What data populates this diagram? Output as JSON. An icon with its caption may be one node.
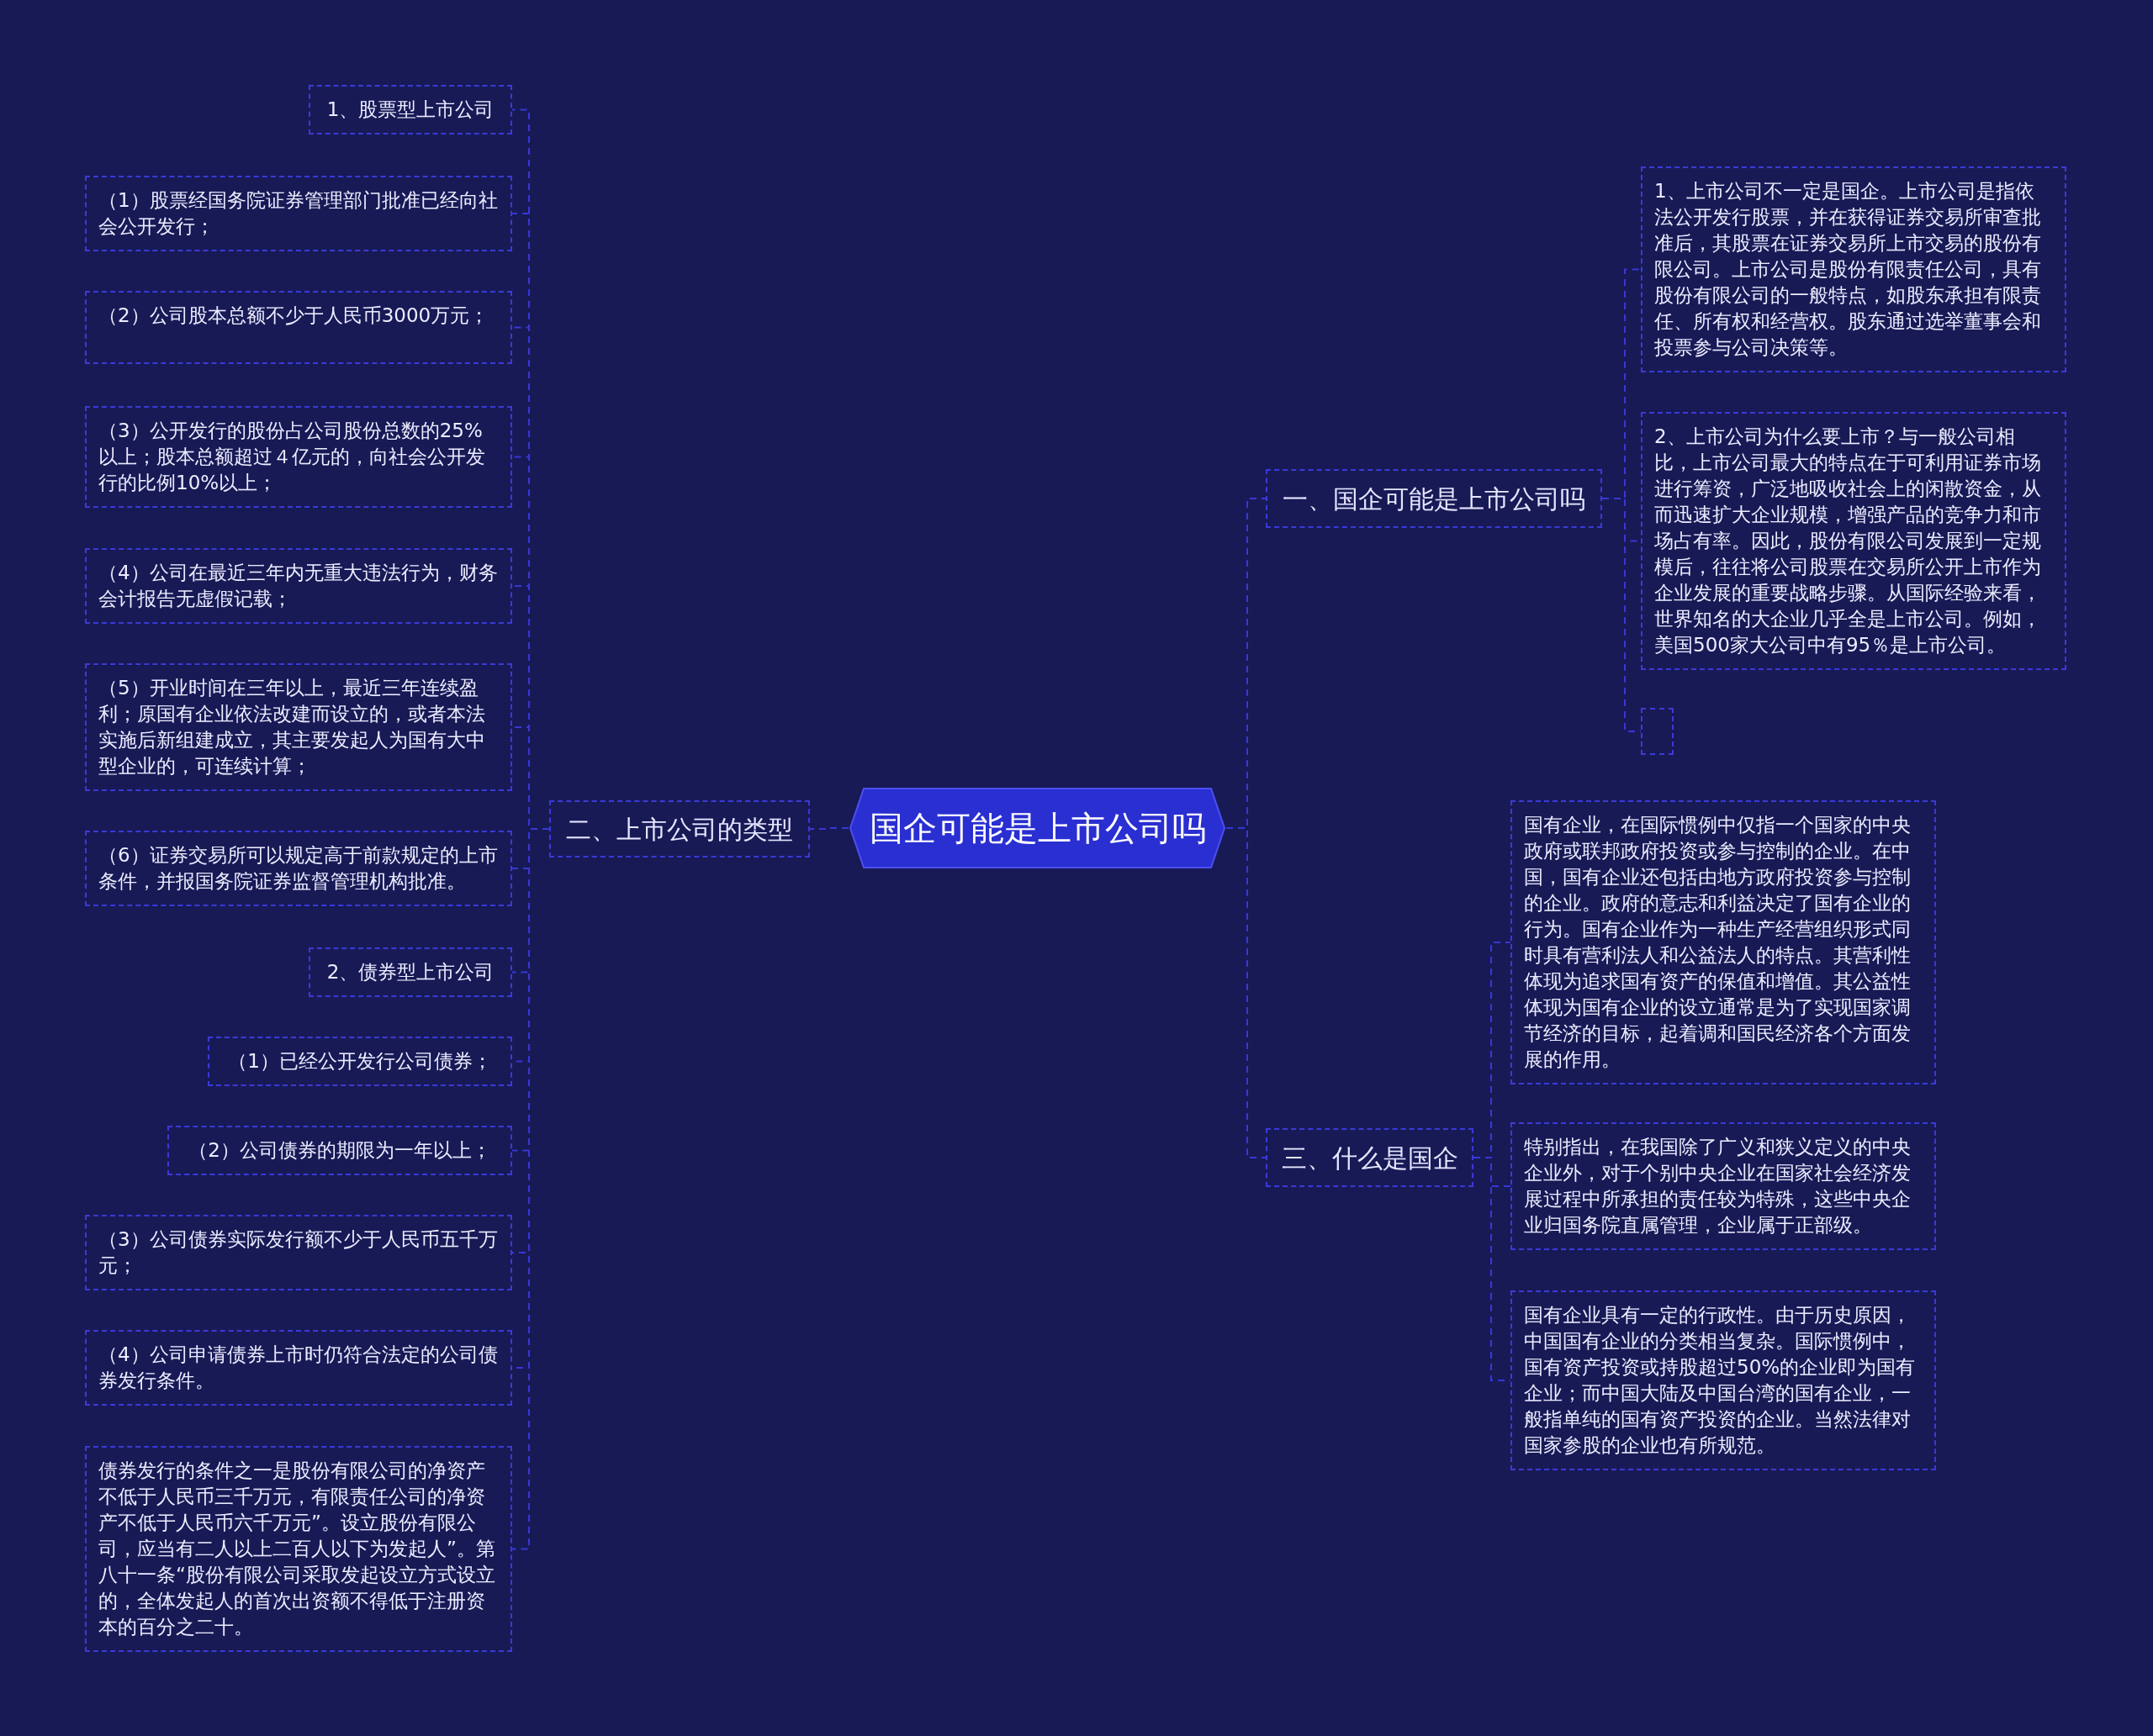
{
  "diagram": {
    "nodes": [
      {
        "text": [
          "国企可能是上市公司吗"
        ]
      },
      {
        "text": [
          "二、上市公司的类型"
        ]
      },
      {
        "text": [
          "1、股票型上市公司"
        ]
      },
      {
        "text": [
          "（1）股票经国务院证券管理部门批准已经向社会公开发行；"
        ]
      },
      {
        "text": [
          "（2）公司股本总额不少于人民币3000万元；"
        ]
      },
      {
        "text": [
          "（3）公开发行的股份占公司股份总数的25%以上；股本总额超过４亿元的，向社会公开发行的比例10%以上；"
        ]
      },
      {
        "text": [
          "（4）公司在最近三年内无重大违法行为，财务会计报告无虚假记载；"
        ]
      },
      {
        "text": [
          "（5）开业时间在三年以上，最近三年连续盈利；原国有企业依法改建而设立的，或者本法实施后新组建成立，其主要发起人为国有大中型企业的，可连续计算；"
        ]
      },
      {
        "text": [
          "（6）证券交易所可以规定高于前款规定的上市条件，并报国务院证券监督管理机构批准。"
        ]
      },
      {
        "text": [
          "2、债券型上市公司"
        ]
      },
      {
        "text": [
          "（1）已经公开发行公司债券；"
        ]
      },
      {
        "text": [
          "（2）公司债券的期限为一年以上；"
        ]
      },
      {
        "text": [
          "（3）公司债券实际发行额不少于人民币五千万元；"
        ]
      },
      {
        "text": [
          "（4）公司申请债券上市时仍符合法定的公司债券发行条件。"
        ]
      },
      {
        "text": [
          "债券发行的条件之一是股份有限公司的净资产不低于人民币三千万元，有限责任公司的净资产不低于人民币六千万元”。设立股份有限公司，应当有二人以上二百人以下为发起人”。第八十一条“股份有限公司采取发起设立方式设立的，全体发起人的首次出资额不得低于注册资本的百分之二十。"
        ]
      },
      {
        "text": [
          "一、国企可能是上市公司吗"
        ]
      },
      {
        "text": [
          "1、上市公司不一定是国企。上市公司是指依法公开发行股票，并在获得证券交易所审查批准后，其股票在证券交易所上市交易的股份有限公司。上市公司是股份有限责任公司，具有股份有限公司的一般特点，如股东承担有限责任、所有权和经营权。股东通过选举董事会和投票参与公司决策等。"
        ]
      },
      {
        "text": [
          "2、上市公司为什么要上市？与一般公司相比，上市公司最大的特点在于可利用证券市场进行筹资，广泛地吸收社会上的闲散资金，从而迅速扩大企业规模，增强产品的竞争力和市场占有率。因此，股份有限公司发展到一定规模后，往往将公司股票在交易所公开上市作为企业发展的重要战略步骤。从国际经验来看，世界知名的大企业几乎全是上市公司。例如，美国500家大公司中有95％是上市公司。"
        ]
      },
      {
        "text": [],
        "shape": "box"
      },
      {
        "text": [
          "三、什么是国企"
        ]
      },
      {
        "text": [
          "国有企业，在国际惯例中仅指一个国家的中央政府或联邦政府投资或参与控制的企业。在中国，国有企业还包括由地方政府投资参与控制的企业。政府的意志和利益决定了国有企业的行为。国有企业作为一种生产经营组织形式同时具有营利法人和公益法人的特点。其营利性体现为追求国有资产的保值和增值。其公益性体现为国有企业的设立通常是为了实现国家调节经济的目标，起着调和国民经济各个方面发展的作用。"
        ]
      },
      {
        "text": [
          "特别指出，在我国除了广义和狭义定义的中央企业外，对于个别中央企业在国家社会经济发展过程中所承担的责任较为特殊，这些中央企业归国务院直属管理，企业属于正部级。"
        ]
      },
      {
        "text": [
          "国有企业具有一定的行政性。由于历史原因，中国国有企业的分类相当复杂。国际惯例中，国有资产投资或持股超过50%的企业即为国有企业；而中国大陆及中国台湾的国有企业，一般指单纯的国有资产投资的企业。当然法律对国家参股的企业也有所规范。"
        ]
      }
    ],
    "edges": [
      {
        "from": 0,
        "to": 1,
        "arrow": "none"
      },
      {
        "from": 0,
        "to": 15,
        "arrow": "none"
      },
      {
        "from": 0,
        "to": 19,
        "arrow": "none"
      },
      {
        "from": 1,
        "to": 2,
        "arrow": "none"
      },
      {
        "from": 1,
        "to": 3,
        "arrow": "none"
      },
      {
        "from": 1,
        "to": 4,
        "arrow": "none"
      },
      {
        "from": 1,
        "to": 5,
        "arrow": "none"
      },
      {
        "from": 1,
        "to": 6,
        "arrow": "none"
      },
      {
        "from": 1,
        "to": 7,
        "arrow": "none"
      },
      {
        "from": 1,
        "to": 8,
        "arrow": "none"
      },
      {
        "from": 1,
        "to": 9,
        "arrow": "none"
      },
      {
        "from": 1,
        "to": 10,
        "arrow": "none"
      },
      {
        "from": 1,
        "to": 11,
        "arrow": "none"
      },
      {
        "from": 1,
        "to": 12,
        "arrow": "none"
      },
      {
        "from": 1,
        "to": 13,
        "arrow": "none"
      },
      {
        "from": 1,
        "to": 14,
        "arrow": "none"
      },
      {
        "from": 15,
        "to": 16,
        "arrow": "none"
      },
      {
        "from": 15,
        "to": 17,
        "arrow": "none"
      },
      {
        "from": 15,
        "to": 18,
        "arrow": "none"
      },
      {
        "from": 19,
        "to": 20,
        "arrow": "none"
      },
      {
        "from": 19,
        "to": 21,
        "arrow": "none"
      },
      {
        "from": 19,
        "to": 22,
        "arrow": "none"
      }
    ]
  }
}
